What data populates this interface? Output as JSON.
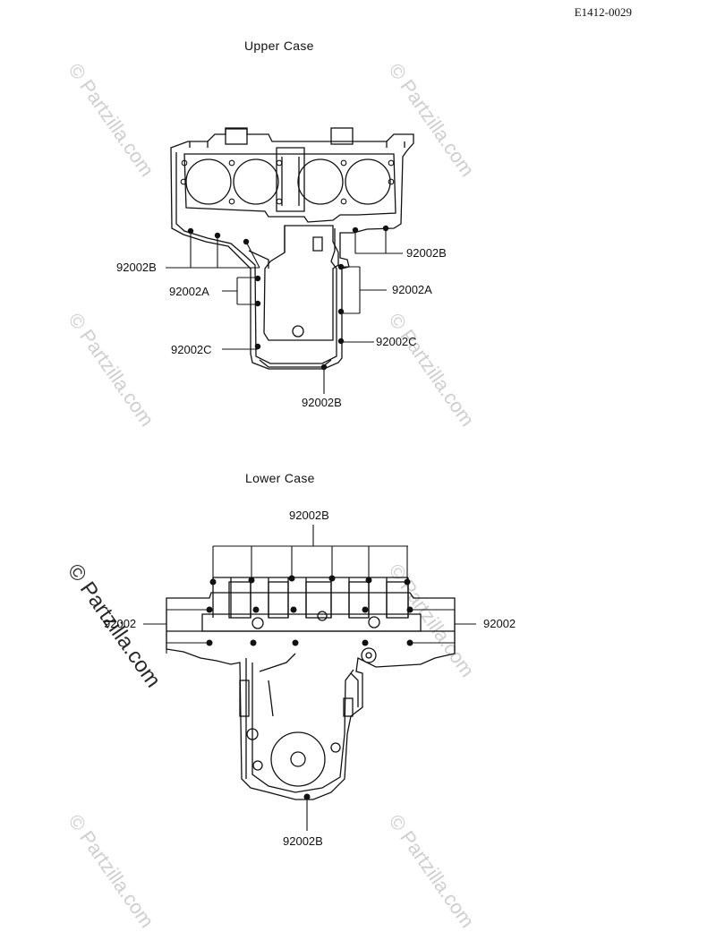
{
  "figure_ref": "E1412-0029",
  "watermark": "© Partzilla.com",
  "upper_case": {
    "title": "Upper Case",
    "labels": {
      "b_left": "92002B",
      "b_right": "92002B",
      "a_left": "92002A",
      "a_right": "92002A",
      "c_left": "92002C",
      "c_right": "92002C",
      "b_bottom": "92002B"
    }
  },
  "lower_case": {
    "title": "Lower Case",
    "labels": {
      "b_top": "92002B",
      "left": "92002",
      "right": "92002",
      "b_bottom": "92002B"
    }
  }
}
